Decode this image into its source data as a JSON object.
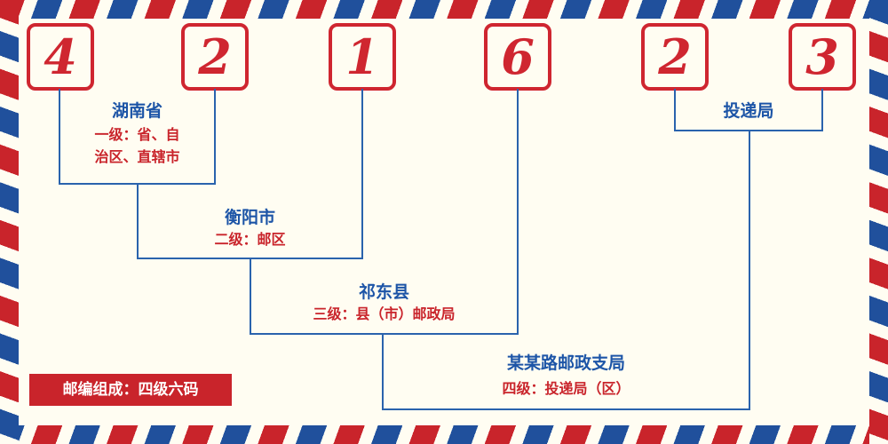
{
  "digits": [
    "4",
    "2",
    "1",
    "6",
    "2",
    "3"
  ],
  "levels": {
    "province": {
      "name": "湖南省",
      "desc": "一级：省、自\n治区、直辖市"
    },
    "city": {
      "name": "衡阳市",
      "desc": "二级：邮区"
    },
    "county": {
      "name": "祁东县",
      "desc": "三级：县（市）邮政局"
    },
    "delivery": {
      "name": "投递局"
    },
    "branch": {
      "name": "某某路邮政支局",
      "desc": "四级：投递局（区）"
    }
  },
  "footer": {
    "label": "邮编组成：四级六码"
  },
  "colors": {
    "red": "#c9242b",
    "blue": "#1d55a7",
    "line_blue": "#2a63ad",
    "digit_red": "#cf2630",
    "background": "#fffdf2"
  }
}
